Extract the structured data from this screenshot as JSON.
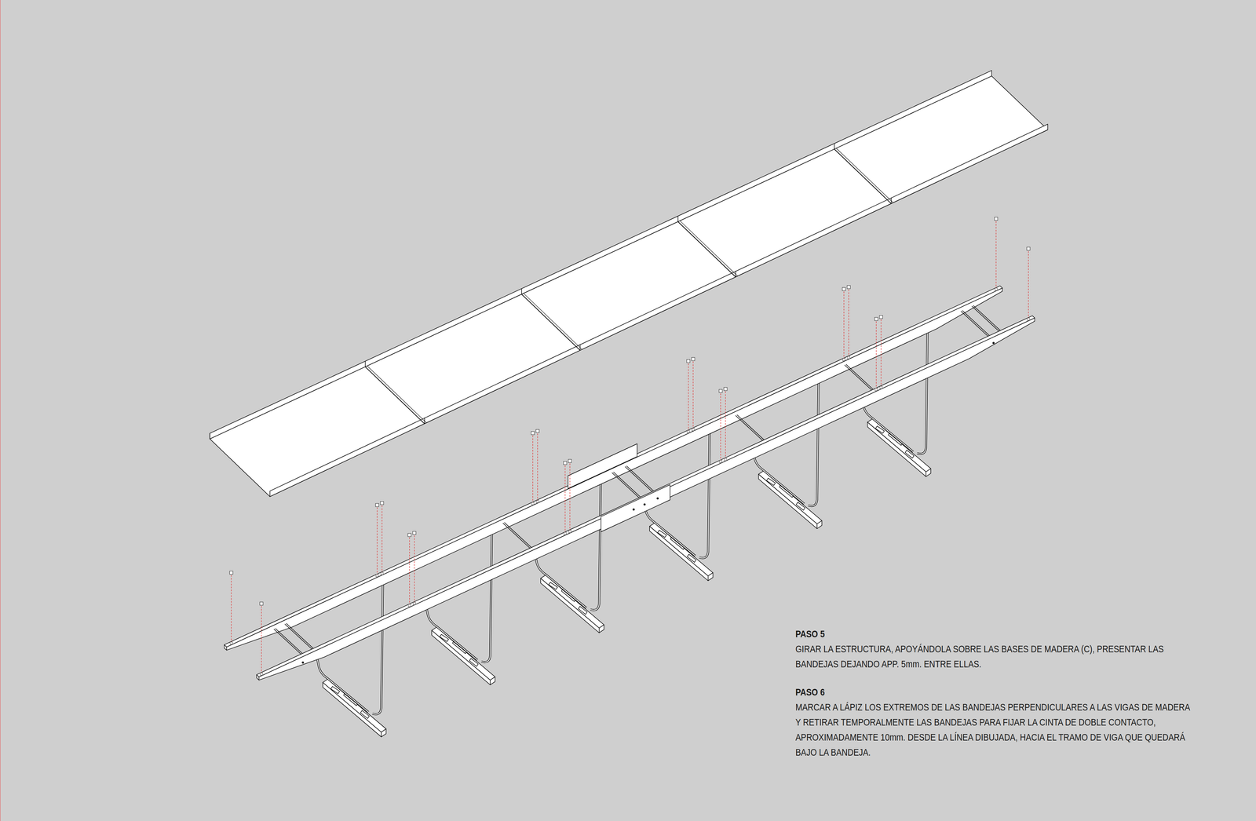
{
  "diagram": {
    "labels": [
      "PASO 5",
      "GIRAR LA ESTRUCTURA, APOYÁNDOLA SOBRE LAS BASES DE MADERA (C), PRESENTAR LAS BANDEJAS DEJANDO APP. 5mm. ENTRE ELLAS.",
      "PASO 6",
      "MARCAR A LÁPIZ LOS EXTREMOS DE LAS BANDEJAS PERPENDICULARES A LAS VIGAS DE MADERA Y RETIRAR TEMPORALMENTE LAS BANDEJAS PARA FIJAR LA CINTA DE DOBLE CONTACTO, APROXIMADAMENTE 10mm. DESDE LA LÍNEA DIBUJADA, HACIA EL TRAMO DE VIGA QUE QUEDARÁ BAJO LA BANDEJA."
    ]
  }
}
